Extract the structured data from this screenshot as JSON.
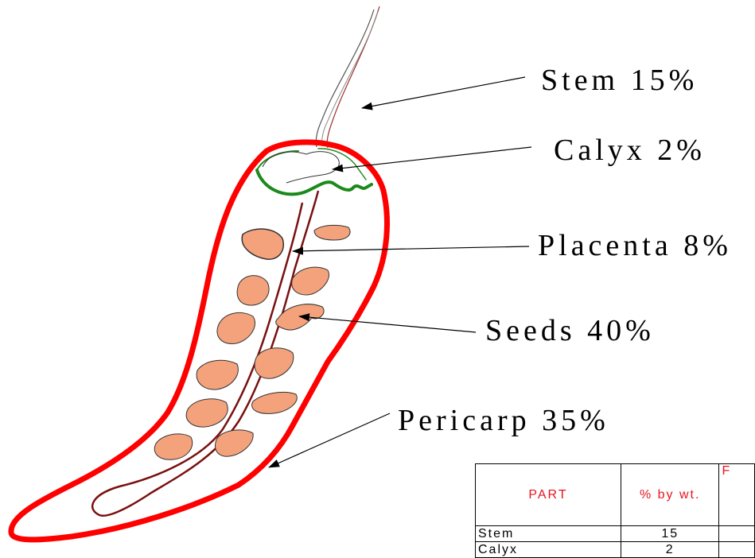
{
  "labels": {
    "stem": "Stem 15%",
    "calyx": "Calyx 2%",
    "placenta": "Placenta 8%",
    "seeds": "Seeds 40%",
    "pericarp": "Pericarp 35%"
  },
  "table": {
    "headers": [
      "PART",
      "% by wt.",
      "F"
    ],
    "rows": [
      {
        "part": "Stem",
        "pct": "15",
        "extra": ""
      },
      {
        "part": "Calyx",
        "pct": "2",
        "extra": ""
      }
    ]
  },
  "colors": {
    "pericarp": "#ff0000",
    "calyx": "#1a8a1a",
    "placenta": "#7a1010",
    "seed_fill": "#f4a27c",
    "header_text": "#e8141c"
  }
}
